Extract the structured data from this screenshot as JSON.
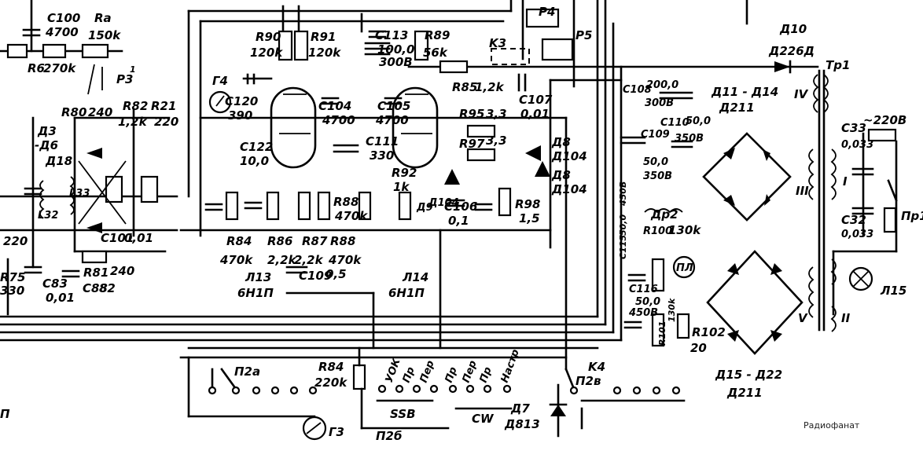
{
  "labels": {
    "c100": "C100",
    "c100_val": "4700",
    "ra": "Ra",
    "ra_val": "150k",
    "r6": "R6",
    "r6_val": "270k",
    "p3": "P3",
    "p3_prime": "1",
    "r80": "R80",
    "r80_val": "240",
    "r82": "R82",
    "r82_val": "1,2k",
    "r21": "R21",
    "r21_val": "220",
    "d3": "Д3",
    "d6": "-Д6",
    "d18": "Д18",
    "l33": "L33",
    "l32": "L32",
    "c101": "C101",
    "c101_val": "0,01",
    "r81": "R81",
    "r81_val": "240",
    "c88": "C88",
    "c88_val": "82",
    "r75": "R75",
    "r75_val": "330",
    "c83": "C83",
    "c83_val": "0,01",
    "left_220": "220",
    "r90": "R90",
    "r90_val": "120k",
    "r91": "R91",
    "r91_val": "120k",
    "g4": "Г4",
    "c120": "C120",
    "c120_val": "390",
    "c122": "C122",
    "c122_val": "10,0",
    "c104": "C104",
    "c104_val": "4700",
    "c105": "C105",
    "c105_val": "4700",
    "r85": "R85",
    "r85_val": "1,2k",
    "c113": "C113",
    "c113_val": "100,0",
    "c113_volt": "300B",
    "r89": "R89",
    "r89_val": "56k",
    "p4": "P4",
    "p5": "P5",
    "k3": "K3",
    "c107": "C107",
    "c107_val": "0,01",
    "r95": "R95",
    "r95_val": "3,3",
    "r97": "R97",
    "r97_val": "3,3",
    "d8_top": "Д8",
    "d8_top_type": "Д104",
    "d8_bot": "Д8",
    "d8_bot_type": "Д104",
    "d9": "Д9",
    "d9_type": "Д104",
    "c106": "C106",
    "c106_val": "0,1",
    "r98": "R98",
    "r98_val": "1,5",
    "r92": "R92",
    "r92_val": "1k",
    "c111": "C111",
    "c111_val": "330",
    "r88": "R88",
    "r88_val": "470k",
    "r86": "R86",
    "r86_val": "2,2k",
    "r87": "R87",
    "r87_val": "2,2k",
    "r84_left": "R84",
    "r84_left_val": "470k",
    "c109": "C109",
    "c109_val": "0,5",
    "l13": "Л13",
    "l13_type": "6Н1П",
    "l14": "Л14",
    "l14_type": "6Н1П",
    "r84": "R84",
    "r84_val": "220k",
    "p2a": "П2а",
    "p2b": "П2б",
    "p2v": "П2в",
    "g3": "Г3",
    "k4": "K4",
    "d7": "Д7",
    "d7_type": "Д813",
    "sw_yok": "УОК",
    "sw_pr1": "Пр",
    "sw_per1": "Пер",
    "sw_pr2": "Пр",
    "sw_per2": "Пер",
    "sw_pr3": "Пр",
    "sw_nastr": "Настр",
    "ssb": "SSB",
    "cw": "CW",
    "d10": "Д10",
    "d10_type": "Д226Д",
    "tr1": "Тр1",
    "d11_14": "Д11 - Д14",
    "d11_14_type": "Д211",
    "c108": "C108",
    "c108_val": "200,0",
    "c108_volt": "300B",
    "c109b": "C109",
    "c109b_val": "50,0",
    "c109b_volt": "350B",
    "c110": "C110",
    "c110_val": "50,0",
    "c110_volt": "350B",
    "dr2": "Др2",
    "c115": "C115",
    "c115_val": "50,0",
    "c115_volt": "450B",
    "c116": "C116",
    "c116_val": "50,0",
    "c116_volt": "450B",
    "r100": "R100",
    "r100_val": "130k",
    "r101": "R101",
    "r101_val": "130k",
    "r102": "R102",
    "r102_val": "20",
    "pl": "ПЛ",
    "d15_22": "Д15 - Д22",
    "d15_22_type": "Д211",
    "c33": "C33",
    "c33_val": "0,033",
    "c32": "C32",
    "c32_val": "0,033",
    "mains": "~220B",
    "pr1": "Пр1",
    "l15": "Л15",
    "wind_I": "I",
    "wind_II": "II",
    "wind_III": "III",
    "wind_IV": "IV",
    "wind_V": "V",
    "edge_p": "П",
    "watermark": "Радиофанат"
  }
}
